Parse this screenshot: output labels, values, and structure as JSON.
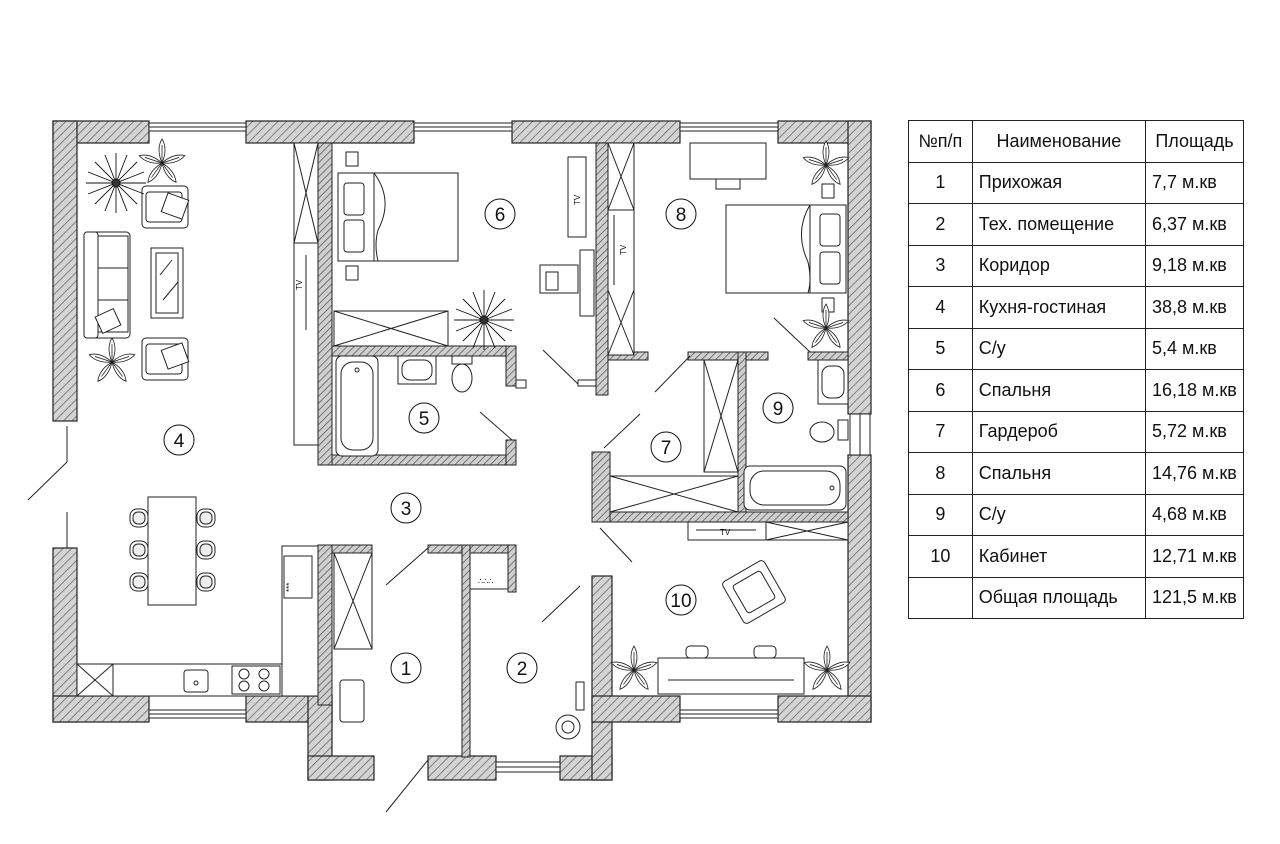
{
  "plan": {
    "rooms": [
      {
        "num": "1"
      },
      {
        "num": "2"
      },
      {
        "num": "3"
      },
      {
        "num": "4"
      },
      {
        "num": "5"
      },
      {
        "num": "6"
      },
      {
        "num": "7"
      },
      {
        "num": "8"
      },
      {
        "num": "9"
      },
      {
        "num": "10"
      }
    ],
    "tv_label": "TV",
    "stove_marks": "***",
    "heater_marks": "∴∴∴"
  },
  "table": {
    "headers": [
      "№п/п",
      "Наименование",
      "Площадь"
    ],
    "rows": [
      {
        "num": "1",
        "name": "Прихожая",
        "area": "7,7 м.кв"
      },
      {
        "num": "2",
        "name": "Тех. помещение",
        "area": "6,37 м.кв"
      },
      {
        "num": "3",
        "name": "Коридор",
        "area": "9,18 м.кв"
      },
      {
        "num": "4",
        "name": "Кухня-гостиная",
        "area": "38,8 м.кв"
      },
      {
        "num": "5",
        "name": "С/у",
        "area": "5,4 м.кв"
      },
      {
        "num": "6",
        "name": "Спальня",
        "area": "16,18 м.кв"
      },
      {
        "num": "7",
        "name": "Гардероб",
        "area": "5,72 м.кв"
      },
      {
        "num": "8",
        "name": "Спальня",
        "area": "14,76 м.кв"
      },
      {
        "num": "9",
        "name": "С/у",
        "area": "4,68 м.кв"
      },
      {
        "num": "10",
        "name": "Кабинет",
        "area": "12,71 м.кв"
      }
    ],
    "total": {
      "num": "",
      "name": "Общая площадь",
      "area": "121,5 м.кв"
    }
  }
}
